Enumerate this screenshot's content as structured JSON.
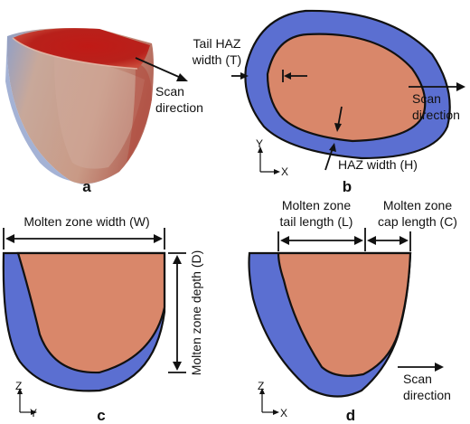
{
  "colors": {
    "haz_blue": "#5b6fd1",
    "molten_orange": "#d9876a",
    "melt_red": "#b8211b",
    "outline": "#111111"
  },
  "panels": {
    "a": {
      "label": "a",
      "scan_label_1": "Scan",
      "scan_label_2": "direction"
    },
    "b": {
      "label": "b",
      "tail_haz_1": "Tail HAZ",
      "tail_haz_2": "width (T)",
      "scan_label_1": "Scan",
      "scan_label_2": "direction",
      "haz_width": "HAZ width (H)",
      "axis_y": "Y",
      "axis_x": "X"
    },
    "c": {
      "label": "c",
      "molten_width": "Molten zone width (W)",
      "molten_depth": "Molten zone depth (D)",
      "axis_z": "Z",
      "axis_y": "Y"
    },
    "d": {
      "label": "d",
      "tail_length_1": "Molten zone",
      "tail_length_2": "tail length (L)",
      "cap_length_1": "Molten zone",
      "cap_length_2": "cap length (C)",
      "scan_label_1": "Scan",
      "scan_label_2": "direction",
      "axis_z": "Z",
      "axis_x": "X"
    }
  }
}
